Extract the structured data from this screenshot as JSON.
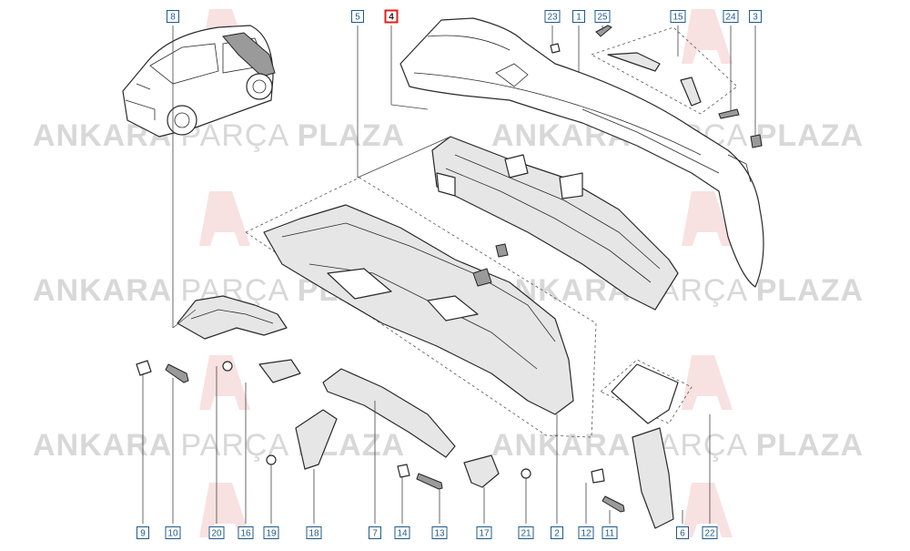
{
  "watermark": {
    "brand_light": "ANKARA ",
    "brand_mid": "PARÇA ",
    "brand_bold": "PLAZA"
  },
  "callouts": [
    {
      "id": "c8",
      "label": "8",
      "highlight": false
    },
    {
      "id": "c5",
      "label": "5",
      "highlight": false
    },
    {
      "id": "c4",
      "label": "4",
      "highlight": true
    },
    {
      "id": "c23",
      "label": "23",
      "highlight": false
    },
    {
      "id": "c1",
      "label": "1",
      "highlight": false
    },
    {
      "id": "c25",
      "label": "25",
      "highlight": false
    },
    {
      "id": "c15",
      "label": "15",
      "highlight": false
    },
    {
      "id": "c24",
      "label": "24",
      "highlight": false
    },
    {
      "id": "c3",
      "label": "3",
      "highlight": false
    },
    {
      "id": "c9",
      "label": "9",
      "highlight": false
    },
    {
      "id": "c10",
      "label": "10",
      "highlight": false
    },
    {
      "id": "c20",
      "label": "20",
      "highlight": false
    },
    {
      "id": "c16",
      "label": "16",
      "highlight": false
    },
    {
      "id": "c19",
      "label": "19",
      "highlight": false
    },
    {
      "id": "c18",
      "label": "18",
      "highlight": false
    },
    {
      "id": "c7",
      "label": "7",
      "highlight": false
    },
    {
      "id": "c14",
      "label": "14",
      "highlight": false
    },
    {
      "id": "c13",
      "label": "13",
      "highlight": false
    },
    {
      "id": "c17",
      "label": "17",
      "highlight": false
    },
    {
      "id": "c21",
      "label": "21",
      "highlight": false
    },
    {
      "id": "c2",
      "label": "2",
      "highlight": false
    },
    {
      "id": "c12",
      "label": "12",
      "highlight": false
    },
    {
      "id": "c11",
      "label": "11",
      "highlight": false
    },
    {
      "id": "c6",
      "label": "6",
      "highlight": false
    },
    {
      "id": "c22",
      "label": "22",
      "highlight": false
    }
  ],
  "colors": {
    "label_border": "#1f5a8a",
    "highlight_border": "#e0201b",
    "watermark": "#d8d8d8",
    "logo_accent": "#f3c9c9"
  }
}
